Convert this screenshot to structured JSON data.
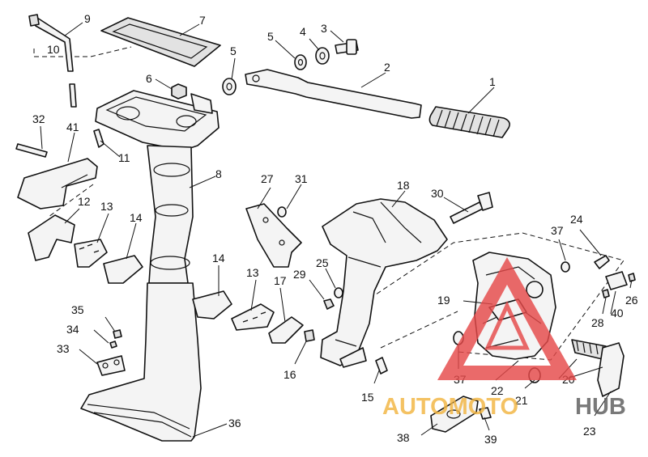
{
  "diagram": {
    "callouts": [
      {
        "id": "c1",
        "text": "1"
      },
      {
        "id": "c2",
        "text": "2"
      },
      {
        "id": "c3",
        "text": "3"
      },
      {
        "id": "c4",
        "text": "4"
      },
      {
        "id": "c5a",
        "text": "5"
      },
      {
        "id": "c5b",
        "text": "5"
      },
      {
        "id": "c6",
        "text": "6"
      },
      {
        "id": "c7",
        "text": "7"
      },
      {
        "id": "c8",
        "text": "8"
      },
      {
        "id": "c9",
        "text": "9"
      },
      {
        "id": "c10",
        "text": "10"
      },
      {
        "id": "c11",
        "text": "11"
      },
      {
        "id": "c12",
        "text": "12"
      },
      {
        "id": "c13a",
        "text": "13"
      },
      {
        "id": "c13b",
        "text": "13"
      },
      {
        "id": "c14a",
        "text": "14"
      },
      {
        "id": "c14b",
        "text": "14"
      },
      {
        "id": "c15",
        "text": "15"
      },
      {
        "id": "c16",
        "text": "16"
      },
      {
        "id": "c17",
        "text": "17"
      },
      {
        "id": "c18",
        "text": "18"
      },
      {
        "id": "c19",
        "text": "19"
      },
      {
        "id": "c20",
        "text": "20"
      },
      {
        "id": "c21",
        "text": "21"
      },
      {
        "id": "c22",
        "text": "22"
      },
      {
        "id": "c23",
        "text": "23"
      },
      {
        "id": "c24",
        "text": "24"
      },
      {
        "id": "c25",
        "text": "25"
      },
      {
        "id": "c26",
        "text": "26"
      },
      {
        "id": "c27",
        "text": "27"
      },
      {
        "id": "c28",
        "text": "28"
      },
      {
        "id": "c29",
        "text": "29"
      },
      {
        "id": "c30",
        "text": "30"
      },
      {
        "id": "c31",
        "text": "31"
      },
      {
        "id": "c32",
        "text": "32"
      },
      {
        "id": "c33",
        "text": "33"
      },
      {
        "id": "c34",
        "text": "34"
      },
      {
        "id": "c35",
        "text": "35"
      },
      {
        "id": "c36",
        "text": "36"
      },
      {
        "id": "c37a",
        "text": "37"
      },
      {
        "id": "c37b",
        "text": "37"
      },
      {
        "id": "c38",
        "text": "38"
      },
      {
        "id": "c39",
        "text": "39"
      },
      {
        "id": "c40",
        "text": "40"
      },
      {
        "id": "c41",
        "text": "41"
      }
    ]
  },
  "watermark": {
    "word_left": "AUTOMOTO",
    "word_right": "HUB",
    "color_left": "#f2b541",
    "color_right": "#5c5c5c",
    "triangle_color": "#e64a4a"
  }
}
